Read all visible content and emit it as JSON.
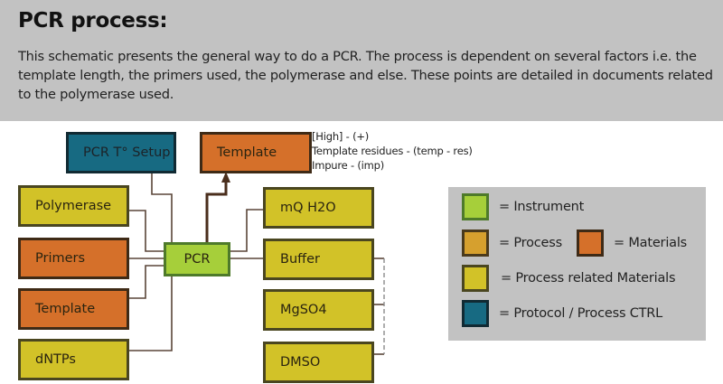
{
  "header": {
    "title": "PCR process:",
    "description": "This schematic presents the general way to do a PCR. The process is dependent on several factors i.e. the template length, the primers used, the polymerase and else. These points are detailed in documents related to the polymerase used."
  },
  "diagram": {
    "center": {
      "label": "PCR",
      "category": "instrument"
    },
    "output": {
      "label": "Template",
      "category": "materials",
      "notes": [
        "[High] - (+)",
        "Template residues - (temp - res)",
        "Impure - (imp)"
      ]
    },
    "control": {
      "label": "PCR T° Setup",
      "category": "protocol"
    },
    "left_inputs": [
      {
        "label": "Polymerase",
        "category": "process_related"
      },
      {
        "label": "Primers",
        "category": "materials"
      },
      {
        "label": "Template",
        "category": "materials"
      },
      {
        "label": "dNTPs",
        "category": "process_related"
      }
    ],
    "right_inputs": [
      {
        "label": "mQ H2O",
        "category": "process_related"
      },
      {
        "label": "Buffer",
        "category": "process_related"
      },
      {
        "label": "MgSO4",
        "category": "process_related"
      },
      {
        "label": "DMSO",
        "category": "process_related"
      }
    ]
  },
  "legend": {
    "items": [
      {
        "label": "= Instrument",
        "color": "#a6cf3a"
      },
      {
        "label": "= Process",
        "color": "#d6a02e"
      },
      {
        "label": "= Materials",
        "color": "#d5702a"
      },
      {
        "label": "= Process related Materials",
        "color": "#d2c228"
      },
      {
        "label": "= Protocol / Process CTRL",
        "color": "#176a82"
      }
    ]
  }
}
